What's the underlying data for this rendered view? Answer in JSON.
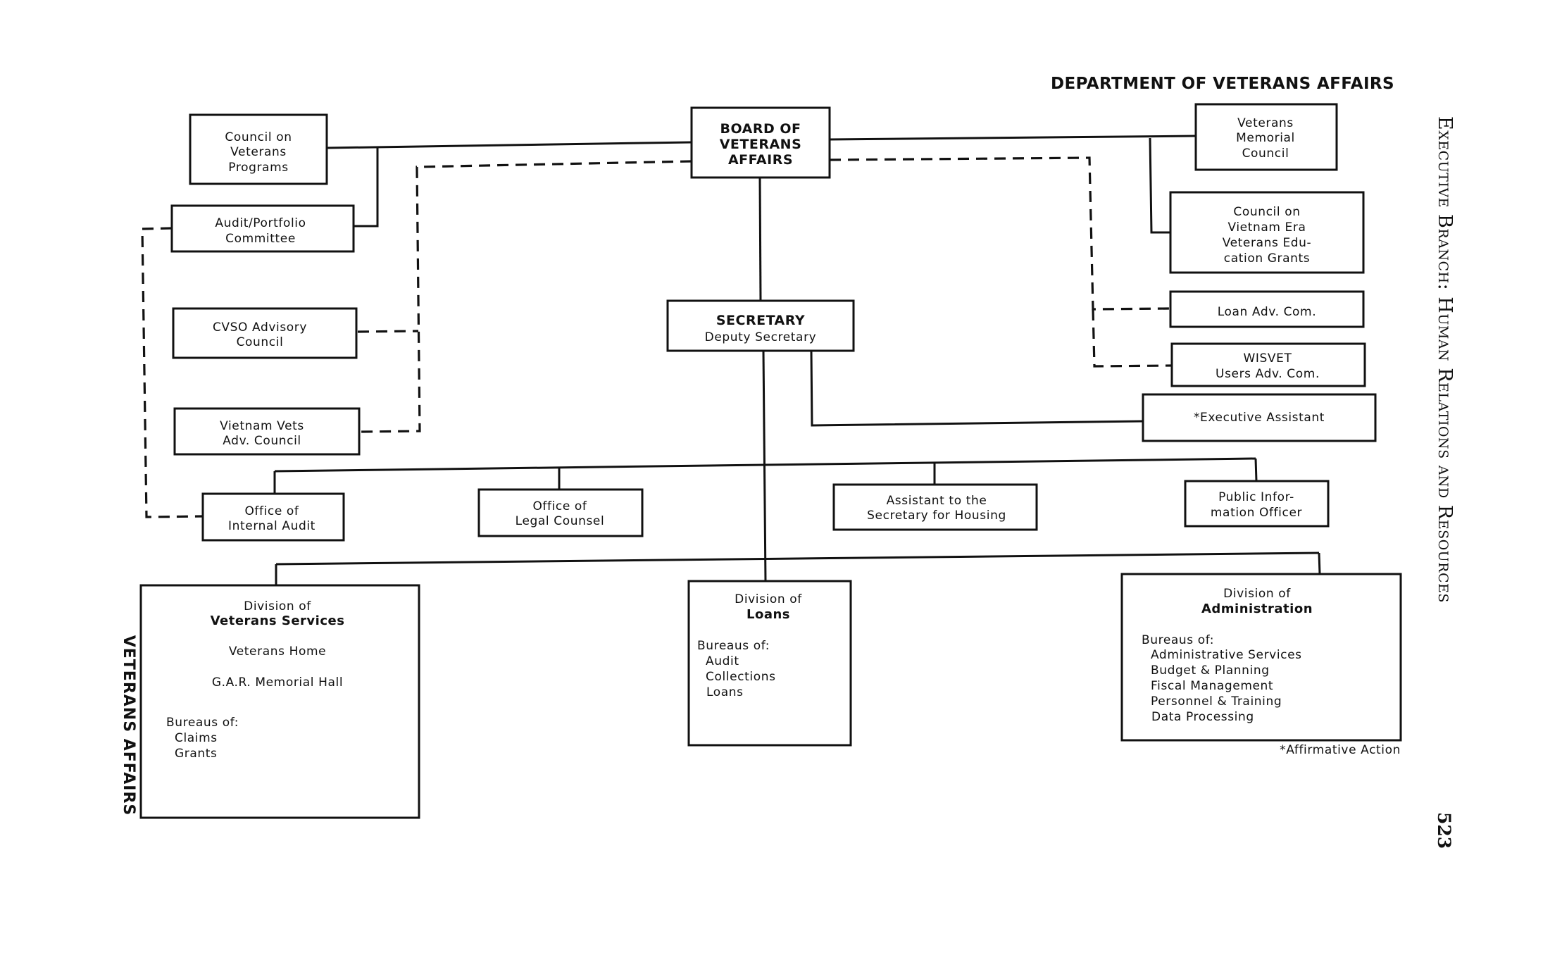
{
  "page": {
    "title": "DEPARTMENT OF VETERANS AFFAIRS",
    "running_header": "Executive Branch: Human Relations and Resources",
    "page_number": "523",
    "side_label": "VETERANS AFFAIRS",
    "footnote": "*Affirmative Action"
  },
  "nodes": {
    "board": {
      "lines": [
        "BOARD OF",
        "VETERANS",
        "AFFAIRS"
      ]
    },
    "council_vet_programs": {
      "lines": [
        "Council on",
        "Veterans",
        "Programs"
      ]
    },
    "audit_portfolio": {
      "lines": [
        "Audit/Portfolio",
        "Committee"
      ]
    },
    "cvso": {
      "lines": [
        "CVSO Advisory",
        "Council"
      ]
    },
    "vietnam_vets": {
      "lines": [
        "Vietnam Vets",
        "Adv. Council"
      ]
    },
    "memorial_council": {
      "lines": [
        "Veterans",
        "Memorial",
        "Council"
      ]
    },
    "vietnam_era": {
      "lines": [
        "Council on",
        "Vietnam Era",
        "Veterans Edu-",
        "cation Grants"
      ]
    },
    "loan_adv": {
      "lines": [
        "Loan Adv. Com."
      ]
    },
    "wisvet": {
      "lines": [
        "WISVET",
        "Users Adv. Com."
      ]
    },
    "secretary": {
      "title": "SECRETARY",
      "subtitle": "Deputy Secretary"
    },
    "exec_assistant": {
      "lines": [
        "*Executive  Assistant"
      ]
    },
    "internal_audit": {
      "lines": [
        "Office of",
        "Internal Audit"
      ]
    },
    "legal_counsel": {
      "lines": [
        "Office of",
        "Legal Counsel"
      ]
    },
    "housing_assistant": {
      "lines": [
        "Assistant to the",
        "Secretary for Housing"
      ]
    },
    "public_info": {
      "lines": [
        "Public Infor-",
        "mation Officer"
      ]
    },
    "div_vet_services": {
      "heading": "Division of",
      "name": "Veterans Services",
      "units": [
        "Veterans Home",
        "G.A.R. Memorial Hall"
      ],
      "bureaus_label": "Bureaus of:",
      "bureaus": [
        "Claims",
        "Grants"
      ]
    },
    "div_loans": {
      "heading": "Division of",
      "name": "Loans",
      "bureaus_label": "Bureaus of:",
      "bureaus": [
        "Audit",
        "Collections",
        "Loans"
      ]
    },
    "div_admin": {
      "heading": "Division of",
      "name": "Administration",
      "bureaus_label": "Bureaus of:",
      "bureaus": [
        "Administrative Services",
        "Budget & Planning",
        "Fiscal Management",
        "Personnel & Training",
        "Data Processing"
      ]
    }
  }
}
